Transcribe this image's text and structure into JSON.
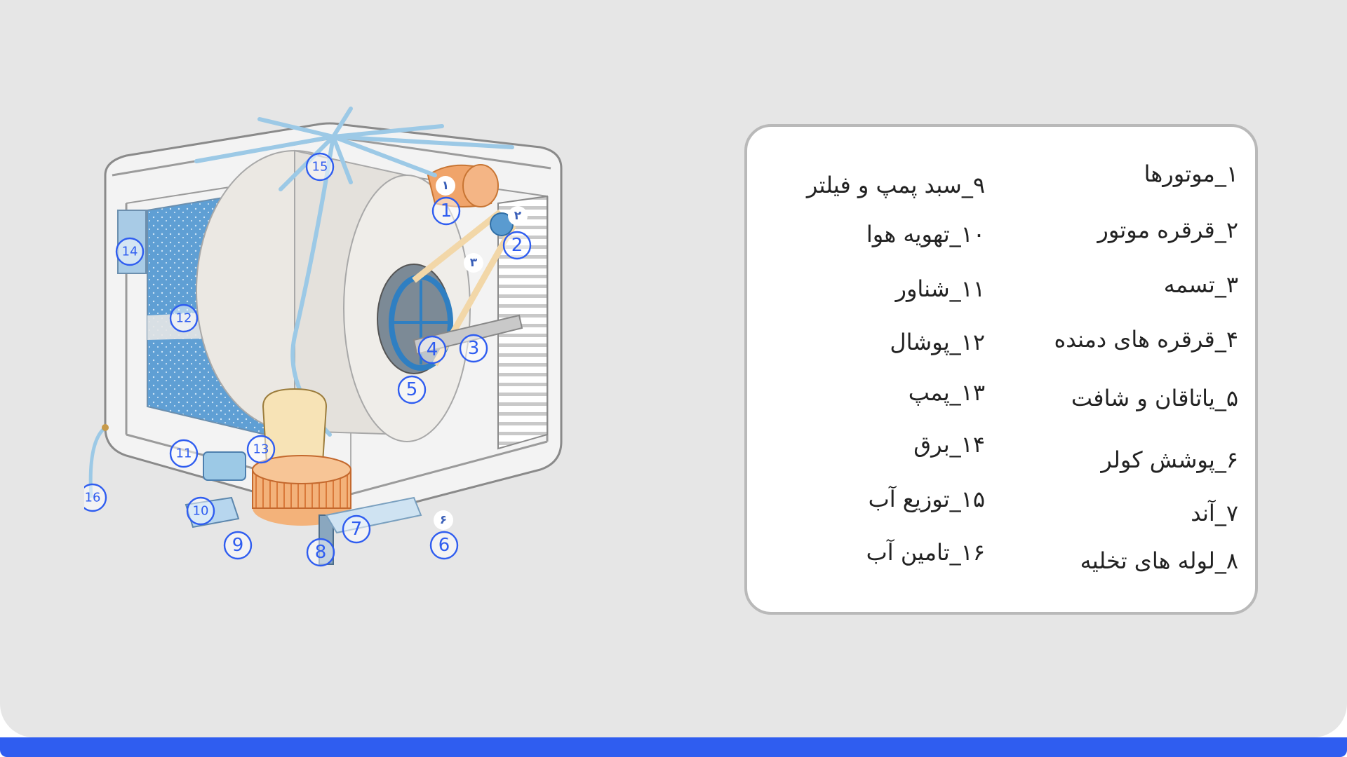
{
  "legend": {
    "right_column": [
      "۱_موتورها",
      "۲_قرقره موتور",
      "۳_تسمه",
      "۴_قرقره های دمنده",
      "۵_یاتاقان و شافت",
      "۶_پوشش کولر",
      "۷_آند",
      "۸_لوله های تخلیه"
    ],
    "left_column": [
      "۹_سبد پمپ و فیلتر",
      "۱۰_تهویه هوا",
      "۱۱_شناور",
      "۱۲_پوشال",
      "۱۳_پمپ",
      "۱۴_برق",
      "۱۵_توزیع آب",
      "۱۶_تامین آب"
    ]
  },
  "markers": [
    "1",
    "2",
    "3",
    "4",
    "5",
    "6",
    "7",
    "8",
    "9",
    "10",
    "11",
    "12",
    "13",
    "14",
    "15",
    "16"
  ],
  "printed_tags": [
    "۱",
    "۲",
    "۳",
    "۶"
  ],
  "colors": {
    "background": "#e6e6e6",
    "accent": "#2f5df0",
    "legend_border": "#b9b9b9",
    "motor": "#f0a46a",
    "pad": "#6aa7d8",
    "pipe": "#9cc9e6",
    "fan": "#e8e5e0"
  }
}
